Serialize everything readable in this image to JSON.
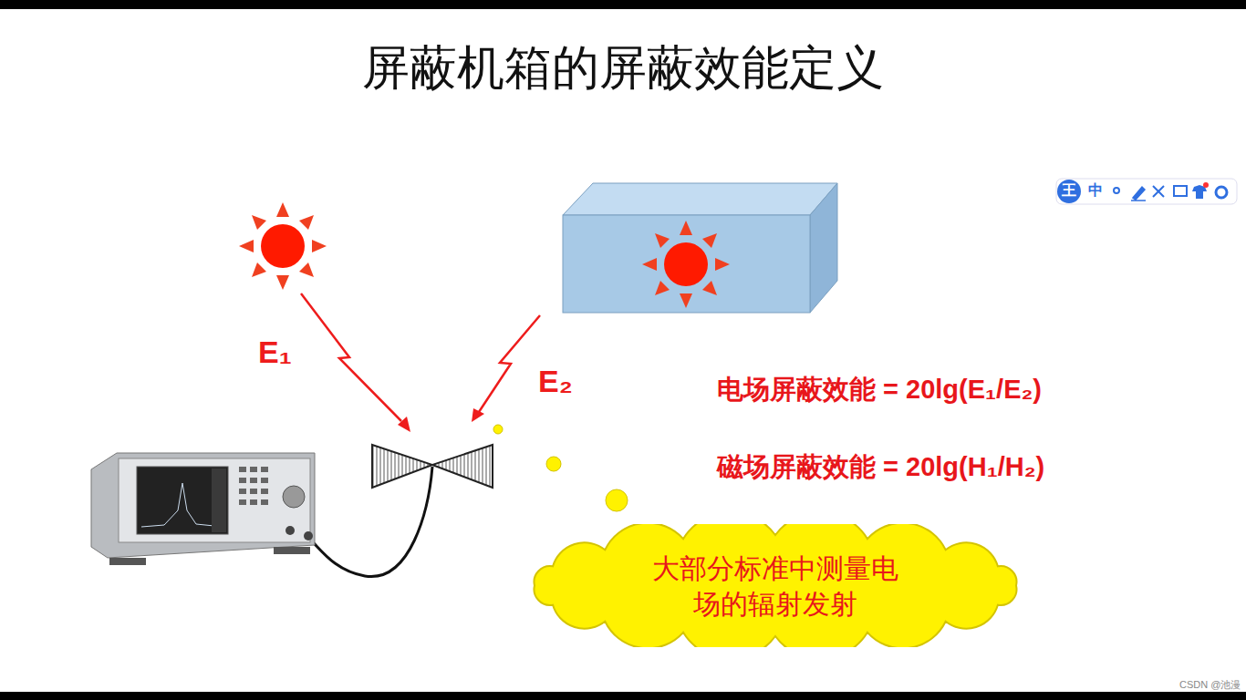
{
  "diagram": {
    "title": "屏蔽机箱的屏蔽效能定义",
    "nodes": [
      {
        "text": [
          "大部分标准中测量电场的辐射发射"
        ]
      }
    ],
    "labels": [
      "E₁",
      "E₂",
      "电场屏蔽效能 = 20lg(E₁/E₂)",
      "磁场屏蔽效能 = 20lg(H₁/H₂)",
      "王",
      "中",
      "CSDN @池漫"
    ]
  }
}
